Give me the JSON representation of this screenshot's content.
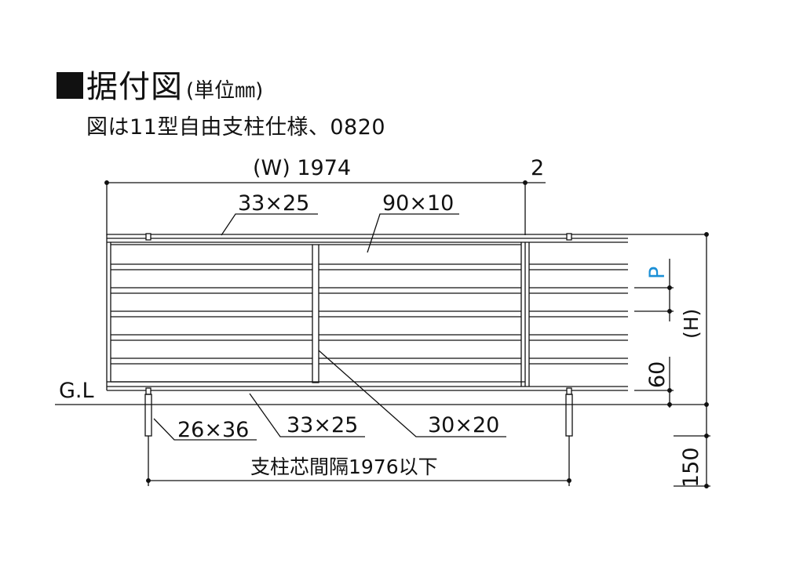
{
  "title": {
    "main": "据付図",
    "unit": "(単位㎜)"
  },
  "subtitle": "図は11型自由支柱仕様、0820",
  "dimensions": {
    "width": "(W) 1974",
    "gap": "2",
    "top_rail": "33×25",
    "slat": "90×10",
    "ground_line": "G.L",
    "post": "26×36",
    "bottom_rail": "33×25",
    "center_post": "30×20",
    "post_spacing": "支柱芯間隔1976以下",
    "pitch": "P",
    "height": "(H)",
    "bottom_gap": "60",
    "embed_depth": "150"
  },
  "colors": {
    "line": "#111111",
    "pitch_label": "#1a8fd6"
  }
}
